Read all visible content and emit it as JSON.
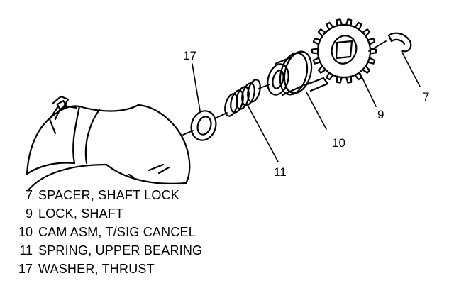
{
  "callouts": {
    "washer": "17",
    "spring": "11",
    "cam": "10",
    "lock": "9",
    "spacer": "7"
  },
  "legend": [
    {
      "num": "7",
      "text": "SPACER, SHAFT LOCK"
    },
    {
      "num": "9",
      "text": "LOCK, SHAFT"
    },
    {
      "num": "10",
      "text": "CAM ASM, T/SIG CANCEL"
    },
    {
      "num": "11",
      "text": "SPRING, UPPER BEARING"
    },
    {
      "num": "17",
      "text": "WASHER, THRUST"
    }
  ],
  "colors": {
    "ink": "#000000",
    "paper": "#ffffff"
  }
}
